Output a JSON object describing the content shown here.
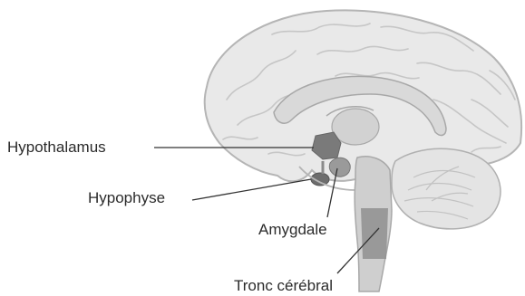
{
  "diagram": {
    "labels": {
      "hypothalamus": "Hypothalamus",
      "hypophyse": "Hypophyse",
      "amygdale": "Amygdale",
      "tronc": "Tronc cérébral"
    },
    "colors": {
      "brain_fill": "#e9e9e9",
      "brain_outline": "#b5b5b5",
      "gyri_lines": "#c6c6c6",
      "highlight_dark": "#7a7a7a",
      "brainstem_dark": "#8f8f8f",
      "leader_line": "#333333",
      "label_text": "#2b2b2b"
    }
  }
}
